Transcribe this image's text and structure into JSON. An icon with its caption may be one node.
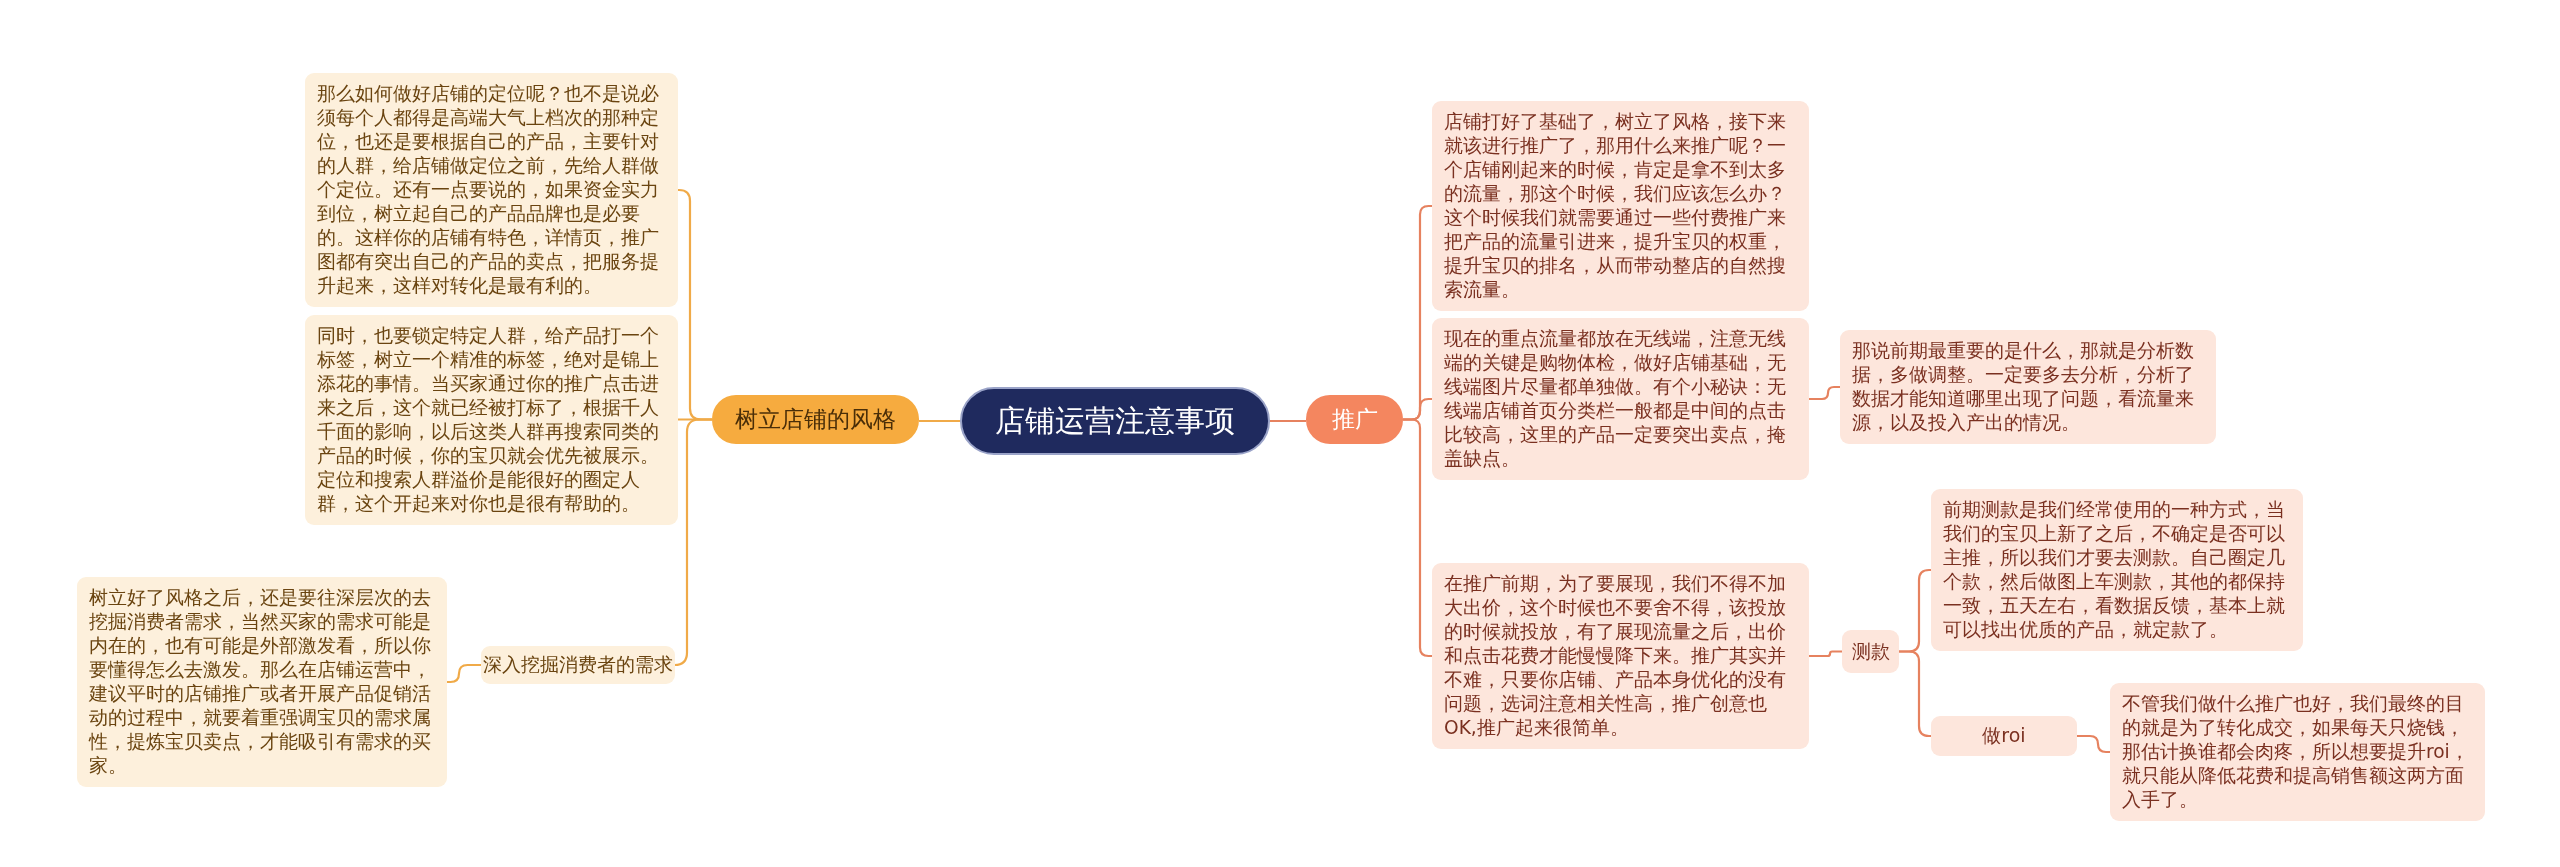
{
  "diagram": {
    "nodes": [
      {
        "text": [
          "店铺运营注意事项"
        ]
      },
      {
        "text": [
          "树立店铺的风格"
        ]
      },
      {
        "text": [
          "那么如何做好店铺的定位呢？也不是说必须每个人都得是高端大气上档次的那种定位，也还是要根据自己的产品，主要针对的人群，给店铺做定位之前，先给人群做个定位。还有一点要说的，如果资金实力到位，树立起自己的产品品牌也是必要的。这样你的店铺有特色，详情页，推广图都有突出自己的产品的卖点，把服务提升起来，这样对转化是最有利的。"
        ]
      },
      {
        "text": [
          "同时，也要锁定特定人群，给产品打一个标签，树立一个精准的标签，绝对是锦上添花的事情。当买家通过你的推广点击进来之后，这个就已经被打标了，根据千人千面的影响，以后这类人群再搜索同类的产品的时候，你的宝贝就会优先被展示。定位和搜索人群溢价是能很好的圈定人群，这个开起来对你也是很有帮助的。"
        ]
      },
      {
        "text": [
          "深入挖掘消费者的需求"
        ]
      },
      {
        "text": [
          "树立好了风格之后，还是要往深层次的去挖掘消费者需求，当然买家的需求可能是内在的，也有可能是外部激发看，所以你要懂得怎么去激发。那么在店铺运营中，建议平时的店铺推广或者开展产品促销活动的过程中，就要着重强调宝贝的需求属性，提炼宝贝卖点，才能吸引有需求的买家。"
        ]
      },
      {
        "text": [
          "推广"
        ]
      },
      {
        "text": [
          "店铺打好了基础了，树立了风格，接下来就该进行推广了，那用什么来推广呢？一个店铺刚起来的时候，肯定是拿不到太多的流量，那这个时候，我们应该怎么办？这个时候我们就需要通过一些付费推广来把产品的流量引进来，提升宝贝的权重，提升宝贝的排名，从而带动整店的自然搜索流量。"
        ]
      },
      {
        "text": [
          "现在的重点流量都放在无线端，注意无线端的关键是购物体检，做好店铺基础，无线端图片尽量都单独做。有个小秘诀：无线端店铺首页分类栏一般都是中间的点击比较高，这里的产品一定要突出卖点，掩盖缺点。"
        ]
      },
      {
        "text": [
          "那说前期最重要的是什么，那就是分析数据，多做调整。一定要多去分析，分析了数据才能知道哪里出现了问题，看流量来源，以及投入产出的情况。"
        ]
      },
      {
        "text": [
          "在推广前期，为了要展现，我们不得不加大出价，这个时候也不要舍不得，该投放的时候就投放，有了展现流量之后，出价和点击花费才能慢慢降下来。推广其实并不难，只要你店铺、产品本身优化的没有问题，选词注意相关性高，推广创意也OK,推广起来很简单。"
        ]
      },
      {
        "text": [
          "测款"
        ]
      },
      {
        "text": [
          "前期测款是我们经常使用的一种方式，当我们的宝贝上新了之后，不确定是否可以主推，所以我们才要去测款。自己圈定几个款，然后做图上车测款，其他的都保持一致，五天左右，看数据反馈，基本上就可以找出优质的产品，就定款了。"
        ]
      },
      {
        "text": [
          "做roi"
        ]
      },
      {
        "text": [
          "不管我们做什么推广也好，我们最终的目的就是为了转化成交，如果每天只烧钱，那估计换谁都会肉疼，所以想要提升roi，就只能从降低花费和提高销售额这两方面入手了。"
        ]
      }
    ],
    "edges": [
      {
        "from": 0,
        "to": 1,
        "arrow": "none",
        "color": "#f0aa48"
      },
      {
        "from": 1,
        "to": 2,
        "arrow": "none",
        "color": "#f0aa48"
      },
      {
        "from": 1,
        "to": 3,
        "arrow": "none",
        "color": "#f0aa48"
      },
      {
        "from": 1,
        "to": 4,
        "arrow": "none",
        "color": "#f0aa48"
      },
      {
        "from": 4,
        "to": 5,
        "arrow": "none",
        "color": "#f0aa48"
      },
      {
        "from": 0,
        "to": 6,
        "arrow": "none"
      },
      {
        "from": 6,
        "to": 7,
        "arrow": "none"
      },
      {
        "from": 6,
        "to": 8,
        "arrow": "none"
      },
      {
        "from": 8,
        "to": 9,
        "arrow": "none"
      },
      {
        "from": 6,
        "to": 10,
        "arrow": "none"
      },
      {
        "from": 10,
        "to": 11,
        "arrow": "none"
      },
      {
        "from": 11,
        "to": 12,
        "arrow": "none"
      },
      {
        "from": 11,
        "to": 13,
        "arrow": "none"
      },
      {
        "from": 13,
        "to": 14,
        "arrow": "none"
      }
    ]
  }
}
